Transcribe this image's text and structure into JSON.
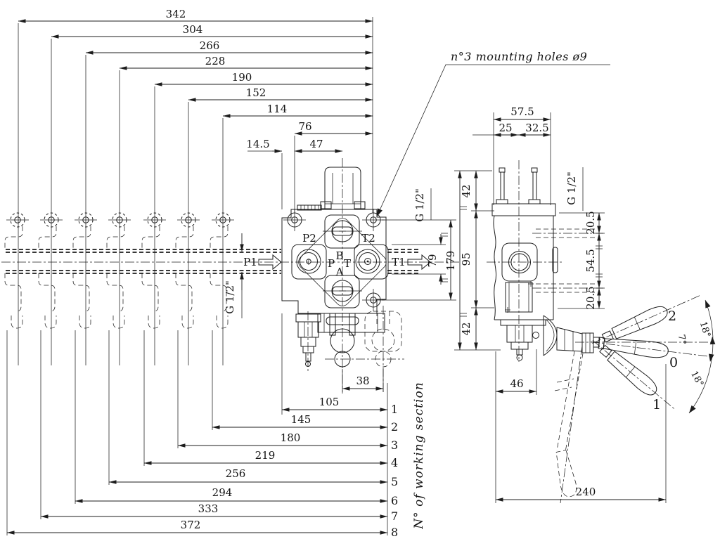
{
  "colors": {
    "ink": "#1c1c1c",
    "background": "#ffffff"
  },
  "drawing": {
    "note": "n°3 mounting holes ø9",
    "axis_label": "N° of working section",
    "thread_label": "G 1/2\"",
    "top_dims": [
      "342",
      "304",
      "266",
      "228",
      "190",
      "152",
      "114",
      "76"
    ],
    "detail_dims": {
      "d14_5": "14.5",
      "d47": "47"
    },
    "bottom_dims": [
      "105",
      "145",
      "180",
      "219",
      "256",
      "294",
      "333",
      "372"
    ],
    "other_dims": {
      "d38": "38",
      "d79": "79",
      "d179": "179",
      "d46": "46",
      "d240": "240"
    },
    "side_width_dims": [
      "57.5",
      "25",
      "32.5"
    ],
    "side_height_dims": [
      "42",
      "95",
      "42"
    ],
    "side_port_dims": [
      "20.5",
      "54.5",
      "20.5"
    ],
    "section_numbers": [
      "1",
      "2",
      "3",
      "4",
      "5",
      "6",
      "7",
      "8"
    ],
    "ports": {
      "p1": "P1",
      "t1": "T1",
      "p2": "P2",
      "t2": "T2",
      "b": "B",
      "a": "A",
      "p": "P",
      "t": "T"
    },
    "lever_positions": [
      "2",
      "0",
      "1"
    ],
    "lever_angles": [
      "18°",
      "7°",
      "18°"
    ]
  }
}
